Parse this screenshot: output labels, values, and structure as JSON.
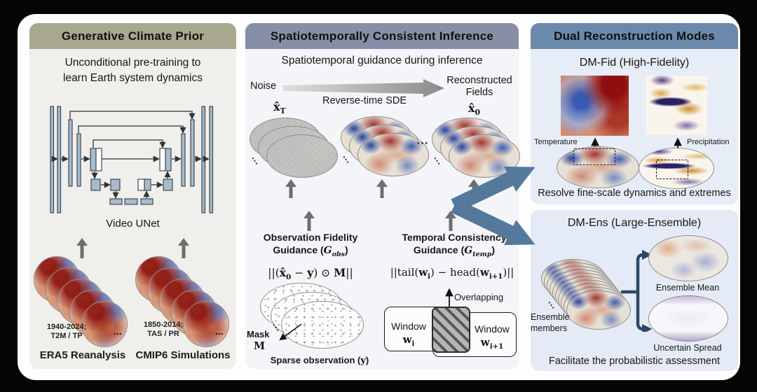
{
  "colors": {
    "left_header": "#a8a88e",
    "middle_header": "#878fa7",
    "right_header": "#6b89aa",
    "left_body": "#f0efeb",
    "middle_body": "#f4f5f8",
    "right_body": "#e7edf7",
    "fork_arrow": "#54799c",
    "band_gradient_from": "#a3a384",
    "band_gradient_to": "#7b93ac",
    "ensemble_bracket": "#2c4866"
  },
  "left": {
    "title": "Generative Climate Prior",
    "intro1": "Unconditional pre-training to",
    "intro2": "learn Earth system dynamics",
    "unet_label": "Video UNet",
    "datasets": [
      {
        "period": "1940-2024;",
        "vars": "T2M / TP",
        "more": "...",
        "name": "ERA5 Reanalysis"
      },
      {
        "period": "1850-2014;",
        "vars": "TAS / PR",
        "more": "...",
        "name": "CMIP6 Simulations"
      }
    ]
  },
  "middle": {
    "title": "Spatiotemporally Consistent Inference",
    "subtitle": "Spatiotemporal guidance during inference",
    "noise": "Noise",
    "sde": "Reverse-time SDE",
    "recon1": "Reconstructed",
    "recon2": "Fields",
    "xT": {
      "base": "x̂",
      "sub": "T"
    },
    "x0": {
      "base": "x̂",
      "sub": "0"
    },
    "hdots": "⋯",
    "vdots": "⋮",
    "obs": {
      "t1": "Observation Fidelity",
      "t2a": "Guidance (",
      "g": "G",
      "gsub": "obs",
      "t2b": ")",
      "f": {
        "p1": "||(",
        "x": "x̂",
        "xsub": "0",
        "p2": " − ",
        "y": "y",
        "p3": ") ⊙ ",
        "m": "M",
        "p4": "||"
      }
    },
    "tmp": {
      "t1": "Temporal Consistency",
      "t2a": "Guidance (",
      "g": "G",
      "gsub": "temp",
      "t2b": ")",
      "f": {
        "p1": "||tail(",
        "w1": "w",
        "w1sub": "i",
        "p2": ") − head(",
        "w2": "w",
        "w2sub": "i+1",
        "p3": ")||"
      }
    },
    "mask": {
      "label": "Mask",
      "symbol": "M"
    },
    "sparse": {
      "p1": "Sparse observation (",
      "y": "y",
      "p2": ")"
    },
    "windows": {
      "overlap": "Overlapping",
      "left": {
        "word": "Window",
        "w": "w",
        "sub": "i"
      },
      "right": {
        "word": "Window",
        "w": "w",
        "sub": "i+1"
      }
    }
  },
  "right": {
    "title": "Dual Reconstruction Modes",
    "dmfid": {
      "title": "DM-Fid (High-Fidelity)",
      "temp": "Temperature",
      "precip": "Precipitation",
      "caption": "Resolve fine-scale dynamics and extremes"
    },
    "dmens": {
      "title": "DM-Ens (Large-Ensemble)",
      "members1": "Ensemble",
      "members2": "members",
      "vdots": "⋮",
      "mean": "Ensemble Mean",
      "spread": "Uncertain Spread",
      "caption": "Facilitate the probabilistic assessment"
    }
  }
}
